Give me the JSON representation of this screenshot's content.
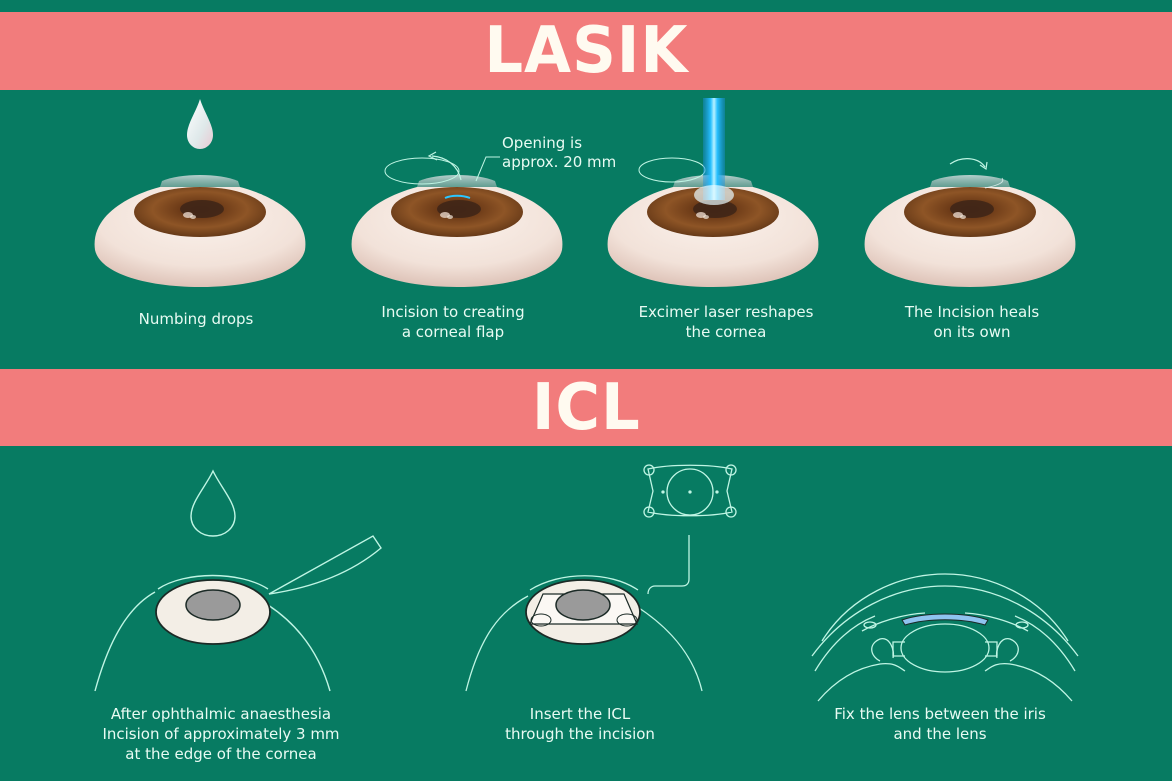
{
  "colors": {
    "background": "#077b62",
    "band": "#f27c7c",
    "band_text": "#fffaf0",
    "line": "#bff5e4",
    "iris": "#8a4f1f",
    "sclera": "#f3e6dd",
    "laser": "#2bc7ff",
    "lens_highlight": "#8fc3ef"
  },
  "lasik": {
    "title": "LASIK",
    "annotation": {
      "line1": "Opening is",
      "line2": "approx. 20 mm"
    },
    "steps": [
      {
        "icon": "eye-drop-icon",
        "caption": [
          "Numbing drops"
        ]
      },
      {
        "icon": "corneal-flap-eye-icon",
        "caption": [
          "Incision to creating",
          "a corneal flap"
        ]
      },
      {
        "icon": "laser-eye-icon",
        "caption": [
          "Excimer laser reshapes",
          "the cornea"
        ]
      },
      {
        "icon": "healed-eye-icon",
        "caption": [
          "The Incision heals",
          "on its own"
        ]
      }
    ]
  },
  "icl": {
    "title": "ICL",
    "steps": [
      {
        "icon": "anaesthesia-incision-icon",
        "caption": [
          "After ophthalmic anaesthesia",
          "Incision of approximately 3 mm",
          "at the edge of the cornea"
        ]
      },
      {
        "icon": "icl-insertion-icon",
        "caption": [
          "Insert the ICL",
          "through the incision"
        ]
      },
      {
        "icon": "lens-fixation-icon",
        "caption": [
          "Fix the lens between the iris",
          "and the lens"
        ]
      }
    ]
  }
}
